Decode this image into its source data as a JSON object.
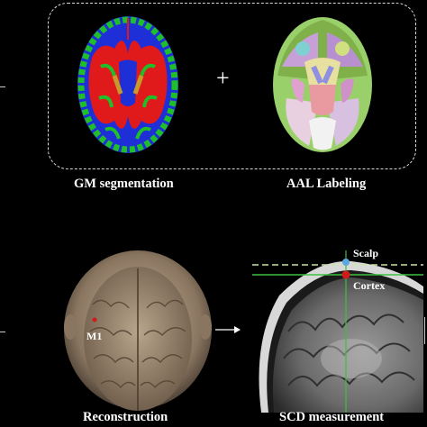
{
  "top": {
    "gm_label": "GM segmentation",
    "aal_label": "AAL Labeling",
    "plus": "+"
  },
  "bottom": {
    "recon_label": "Reconstruction",
    "scd_label": "SCD measurement",
    "m1_label": "M1",
    "scalp_label": "Scalp",
    "cortex_label": "Cortex"
  },
  "colors": {
    "gm_green": "#1fbf2a",
    "wm_red": "#e01a1a",
    "csf_blue": "#1f2fd8",
    "scalp_line": "#c9e6a6",
    "cortex_line": "#3dbf3d",
    "scalp_dot": "#5aa8e0",
    "cortex_dot": "#d11a1a"
  }
}
